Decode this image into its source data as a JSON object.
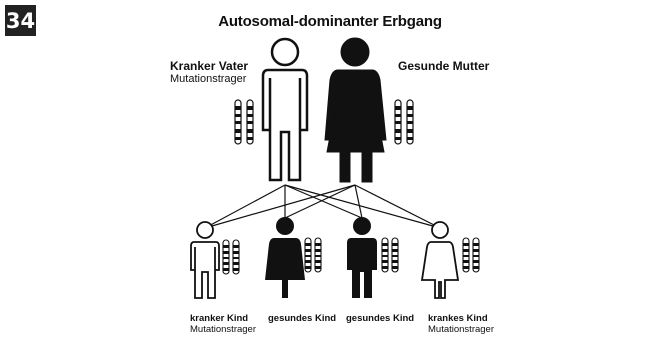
{
  "badge": "34",
  "title": "Autosomal-dominanter Erbgang",
  "parents": {
    "father": {
      "label": "Kranker Vater",
      "sublabel": "Mutationstrager"
    },
    "mother": {
      "label": "Gesunde Mutter"
    }
  },
  "children": [
    {
      "label": "kranker Kind",
      "sublabel": "Mutationstrager"
    },
    {
      "label": "gesundes Kind",
      "sublabel": ""
    },
    {
      "label": "gesundes Kind",
      "sublabel": ""
    },
    {
      "label": "krankes Kind",
      "sublabel": "Mutationstrager"
    }
  ],
  "colors": {
    "affected_fill": "#ffffff",
    "healthy_fill": "#111111",
    "stroke": "#111111"
  }
}
